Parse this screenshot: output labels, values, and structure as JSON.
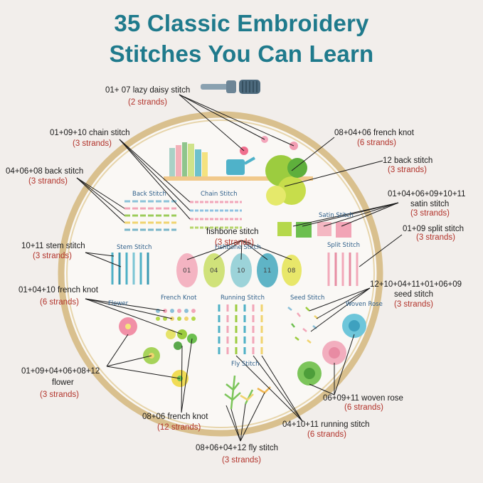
{
  "title": {
    "line1": "35 Classic Embroidery",
    "line2": "Stitches You Can Learn"
  },
  "colors": {
    "title": "#1f7a8c",
    "strands": "#b2332b",
    "background": "#f2eeeb",
    "hoop": "#d9c08e",
    "fabric": "#faf8f5"
  },
  "callouts": {
    "lazy_daisy": {
      "name": "01+ 07 lazy daisy stitch",
      "strands": "(2 strands)"
    },
    "chain": {
      "name": "01+09+10 chain stitch",
      "strands": "(3 strands)"
    },
    "back": {
      "name": "04+06+08 back stitch",
      "strands": "(3 strands)"
    },
    "french_knot_top": {
      "name": "08+04+06 french knot",
      "strands": "(6 strands)"
    },
    "back12": {
      "name": "12 back stitch",
      "strands": "(3 strands)"
    },
    "satin": {
      "name": "01+04+06+09+10+11",
      "name2": "satin stitch",
      "strands": "(3 strands)"
    },
    "fishbone": {
      "name": "fishbone stitch",
      "strands": "(3 strands)"
    },
    "stem": {
      "name": "10+11 stem stitch",
      "strands": "(3 strands)"
    },
    "split": {
      "name": "01+09 split stitch",
      "strands": "(3 strands)"
    },
    "french_knot_left": {
      "name": "01+04+10 french knot",
      "strands": "(6 strands)"
    },
    "seed": {
      "name": "12+10+04+11+01+06+09",
      "name2": "seed stitch",
      "strands": "(3 strands)"
    },
    "flower": {
      "name": "01+09+04+06+08+12",
      "name2": "flower",
      "strands": "(3 strands)"
    },
    "woven_rose": {
      "name": "06+09+11 woven rose",
      "strands": "(6 strands)"
    },
    "french_knot_bottom": {
      "name": "08+06 french knot",
      "strands": "(12 strands)"
    },
    "running": {
      "name": "04+10+11 running stitch",
      "strands": "(6 strands)"
    },
    "fly": {
      "name": "08+06+04+12 fly stitch",
      "strands": "(3 strands)"
    }
  },
  "sections": {
    "back_stitch": "Back Stitch",
    "chain_stitch": "Chain Stitch",
    "satin_stitch": "Satin Stitch",
    "fishbone_stitch": "Fishbone Stitch",
    "stem_stitch": "Stem Stitch",
    "split_stitch": "Split Stitch",
    "french_knot": "French Knot",
    "flower": "Flower",
    "running_stitch": "Running Stitch",
    "seed_stitch": "Seed Stitch",
    "woven_rose": "Woven Rose",
    "fly_stitch": "Fly Stitch"
  },
  "leaves": [
    "01",
    "04",
    "10",
    "11",
    "08"
  ]
}
